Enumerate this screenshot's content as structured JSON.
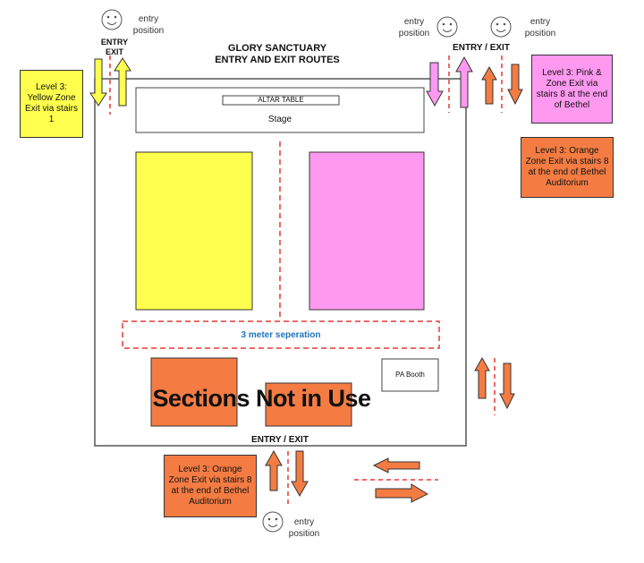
{
  "title_line1": "GLORY SANCTUARY",
  "title_line2": "ENTRY AND EXIT ROUTES",
  "altar_label": "ALTAR TABLE",
  "stage_label": "Stage",
  "separation_label": "3 meter seperation",
  "pa_booth_label": "PA Booth",
  "not_in_use_label": "Sections Not in Use",
  "entry_exit_top_left": "ENTRY EXIT",
  "entry_exit_top_right": "ENTRY / EXIT",
  "entry_exit_bottom": "ENTRY / EXIT",
  "entry_position_label": "entry position",
  "yellow_note": "Level 3: Yellow Zone Exit via stairs 1",
  "pink_note": "Level 3: Pink & Zone Exit via stairs 8 at the end of Bethel",
  "orange_note_right": "Level 3: Orange Zone Exit via stairs 8 at the end of Bethel Auditorium",
  "orange_note_bottom": "Level 3: Orange Zone Exit via stairs 8 at the end of Bethel Auditorium",
  "colors": {
    "yellow": "#ffff4d",
    "pink": "#ff99f0",
    "orange": "#f47c43",
    "red_dashed": "#e53935",
    "separation_text": "#1e73be"
  },
  "icons": [
    "smiley-icon",
    "arrow-up-icon",
    "arrow-down-icon",
    "arrow-left-icon",
    "arrow-right-icon"
  ]
}
